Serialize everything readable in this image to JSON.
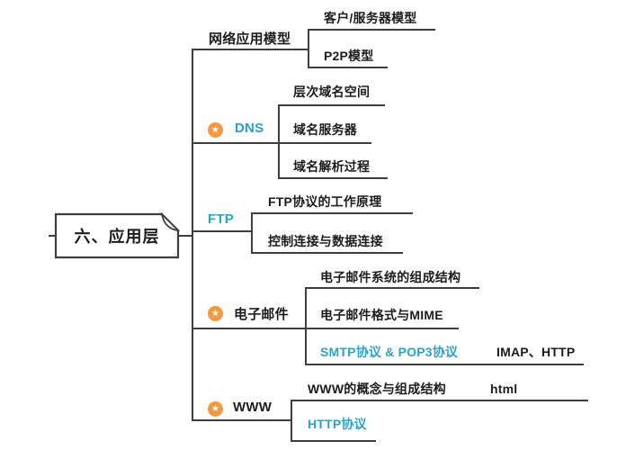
{
  "diagram": {
    "title_hint": "mind map of application layer topics",
    "root": {
      "label": "六、应用层"
    },
    "branches": [
      {
        "label": "网络应用模型",
        "starred": false,
        "highlight": false,
        "children": [
          {
            "label": "客户/服务器模型"
          },
          {
            "label": "P2P模型"
          }
        ]
      },
      {
        "label": "DNS",
        "starred": true,
        "highlight": true,
        "children": [
          {
            "label": "层次域名空间"
          },
          {
            "label": "域名服务器"
          },
          {
            "label": "域名解析过程"
          }
        ]
      },
      {
        "label": "FTP",
        "starred": false,
        "highlight": true,
        "children": [
          {
            "label": "FTP协议的工作原理"
          },
          {
            "label": "控制连接与数据连接"
          }
        ]
      },
      {
        "label": "电子邮件",
        "starred": true,
        "highlight": false,
        "children": [
          {
            "label": "电子邮件系统的组成结构"
          },
          {
            "label": "电子邮件格式与MIME"
          },
          {
            "label": "SMTP协议 & POP3协议",
            "highlight": true,
            "children": [
              {
                "label": "IMAP、HTTP"
              }
            ]
          }
        ]
      },
      {
        "label": "WWW",
        "starred": true,
        "highlight": false,
        "children": [
          {
            "label": "WWW的概念与组成结构",
            "children": [
              {
                "label": "html"
              }
            ]
          },
          {
            "label": "HTTP协议",
            "highlight": true
          }
        ]
      }
    ],
    "icons": {
      "star": "★"
    },
    "colors": {
      "highlight_text": "#29a4c9",
      "text": "#1c1c1e",
      "line": "#3e3e40",
      "star_background": "#f09b44",
      "background": "#ffffff"
    }
  }
}
